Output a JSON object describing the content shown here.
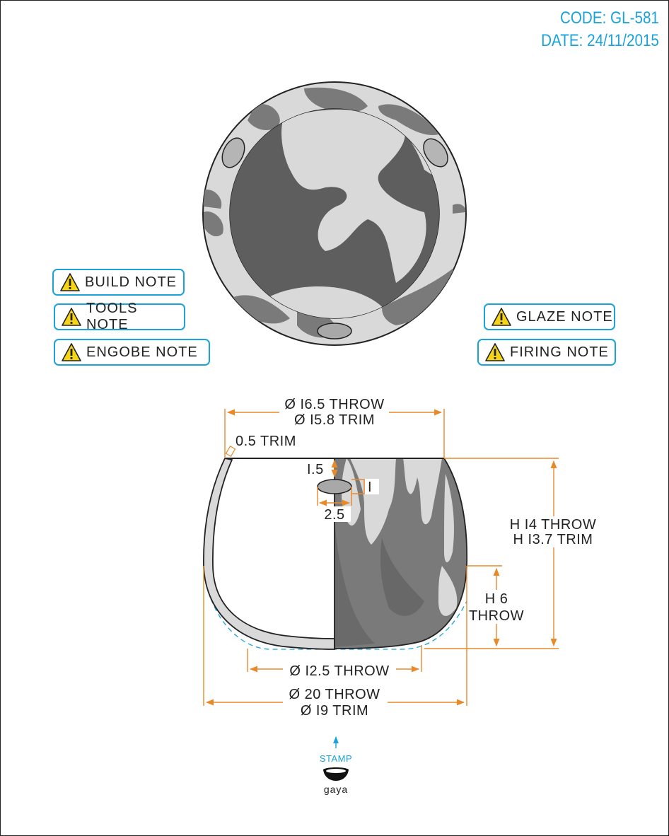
{
  "header": {
    "code": "CODE: GL-581",
    "date": "DATE: 24/11/2015"
  },
  "notes": {
    "build": "BUILD NOTE",
    "tools": "TOOLS NOTE",
    "engobe": "ENGOBE NOTE",
    "glaze": "GLAZE NOTE",
    "firing": "FIRING NOTE"
  },
  "dimensions": {
    "top_throw": "Ø I6.5 THROW",
    "top_trim": "Ø I5.8 TRIM",
    "wall_trim": "0.5 TRIM",
    "hole_offset": "I.5",
    "hole_height": "I",
    "hole_width": "2.5",
    "height_throw": "H I4 THROW",
    "height_trim": "H I3.7 TRIM",
    "foot_height_label": "H 6",
    "foot_height_throw": "THROW",
    "base_throw": "Ø I2.5 THROW",
    "max_throw": "Ø 20 THROW",
    "max_trim": "Ø I9 TRIM"
  },
  "stamp": {
    "label": "STAMP",
    "brand": "gaya"
  },
  "colors": {
    "accent": "#1ba3d8",
    "dimension": "#e8892a",
    "camo_light": "#d9d9d9",
    "camo_mid": "#7a7a7a",
    "camo_dark": "#5e5e5e"
  }
}
